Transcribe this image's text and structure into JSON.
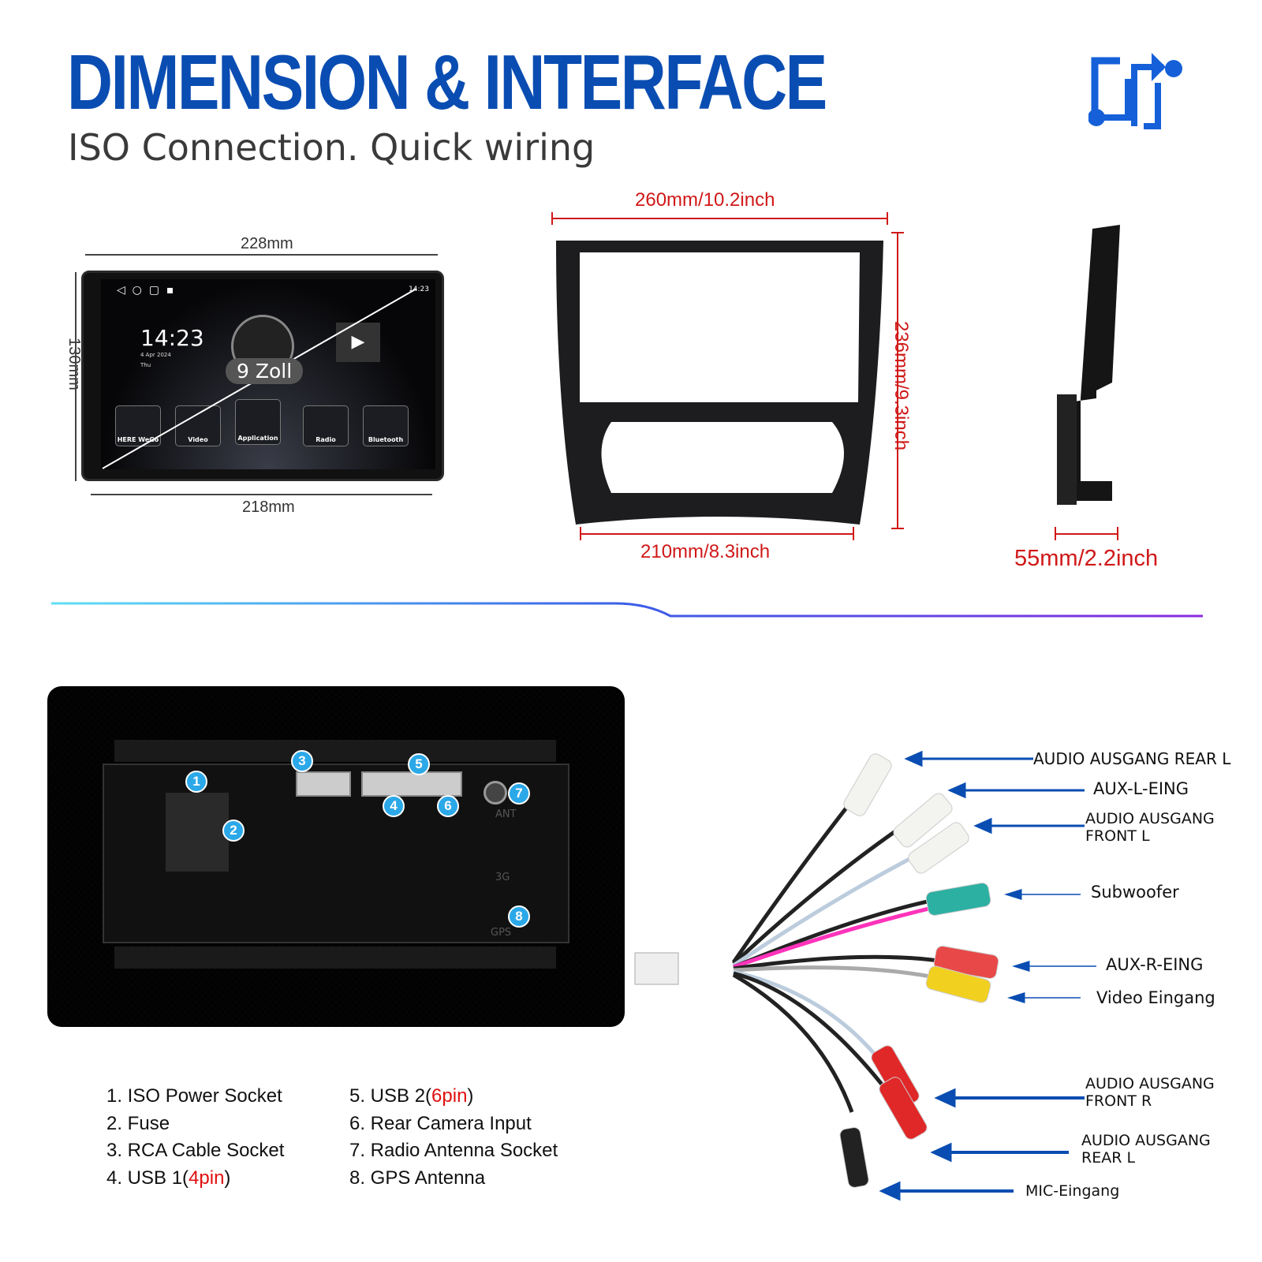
{
  "header": {
    "title": "DIMENSION & INTERFACE",
    "subtitle": "ISO Connection. Quick wiring",
    "icon": "connection-flow-icon",
    "accent": "#0a4db2"
  },
  "front_unit": {
    "width_top": "228mm",
    "width_bottom": "218mm",
    "height": "130mm",
    "screen_size_badge": "9 Zoll",
    "clock": "14:23",
    "date": "4 Apr 2024",
    "weekday": "Thu",
    "status_time": "14:23",
    "apps": [
      "HERE WeGo",
      "Video",
      "Application",
      "Radio",
      "Bluetooth"
    ]
  },
  "frame": {
    "width_top": "260mm/10.2inch",
    "width_bottom": "210mm/8.3inch",
    "height": "236mm/9.3inch",
    "depth": "55mm/2.2inch",
    "dimension_color": "#d01818"
  },
  "back_panel": {
    "badges": [
      "1",
      "2",
      "3",
      "4",
      "5",
      "6",
      "7",
      "8"
    ],
    "port_labels": {
      "ant": "ANT",
      "three_g": "3G",
      "gps": "GPS"
    }
  },
  "legend": {
    "col1": [
      {
        "text": "1. ISO Power Socket"
      },
      {
        "text": "2. Fuse"
      },
      {
        "text": "3. RCA Cable Socket"
      },
      {
        "text": "4. USB 1(",
        "pin": "4pin",
        "end": ")"
      }
    ],
    "col2": [
      {
        "text": "5. USB 2(",
        "pin": "6pin",
        "end": ")"
      },
      {
        "text": "6. Rear Camera Input"
      },
      {
        "text": "7. Radio Antenna Socket"
      },
      {
        "text": "8. GPS Antenna"
      }
    ]
  },
  "cable": {
    "labels": [
      "AUDIO AUSGANG REAR L",
      "AUX-L-EING",
      "AUDIO AUSGANG FRONT L",
      "Subwoofer",
      "AUX-R-EING",
      "Video Eingang",
      "AUDIO AUSGANG FRONT R",
      "AUDIO AUSGANG REAR L",
      "MIC-Eingang"
    ],
    "arrow_color": "#0a4db2"
  }
}
